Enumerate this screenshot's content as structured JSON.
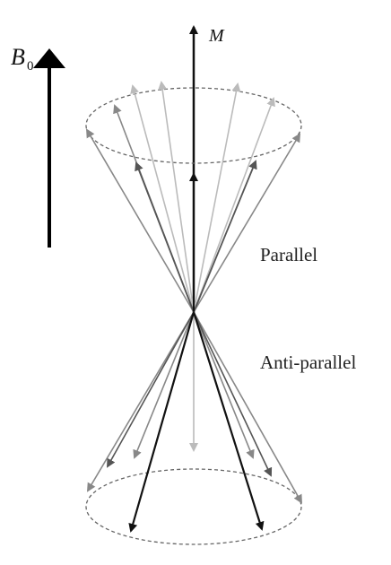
{
  "labels": {
    "field": "B",
    "field_sub": "0",
    "magnetization": "M",
    "parallel": "Parallel",
    "anti_parallel": "Anti-parallel"
  },
  "colors": {
    "black": "#111111",
    "dark_gray": "#555555",
    "mid_gray": "#888888",
    "light_gray": "#bbbbbb",
    "dashed": "#666666"
  }
}
